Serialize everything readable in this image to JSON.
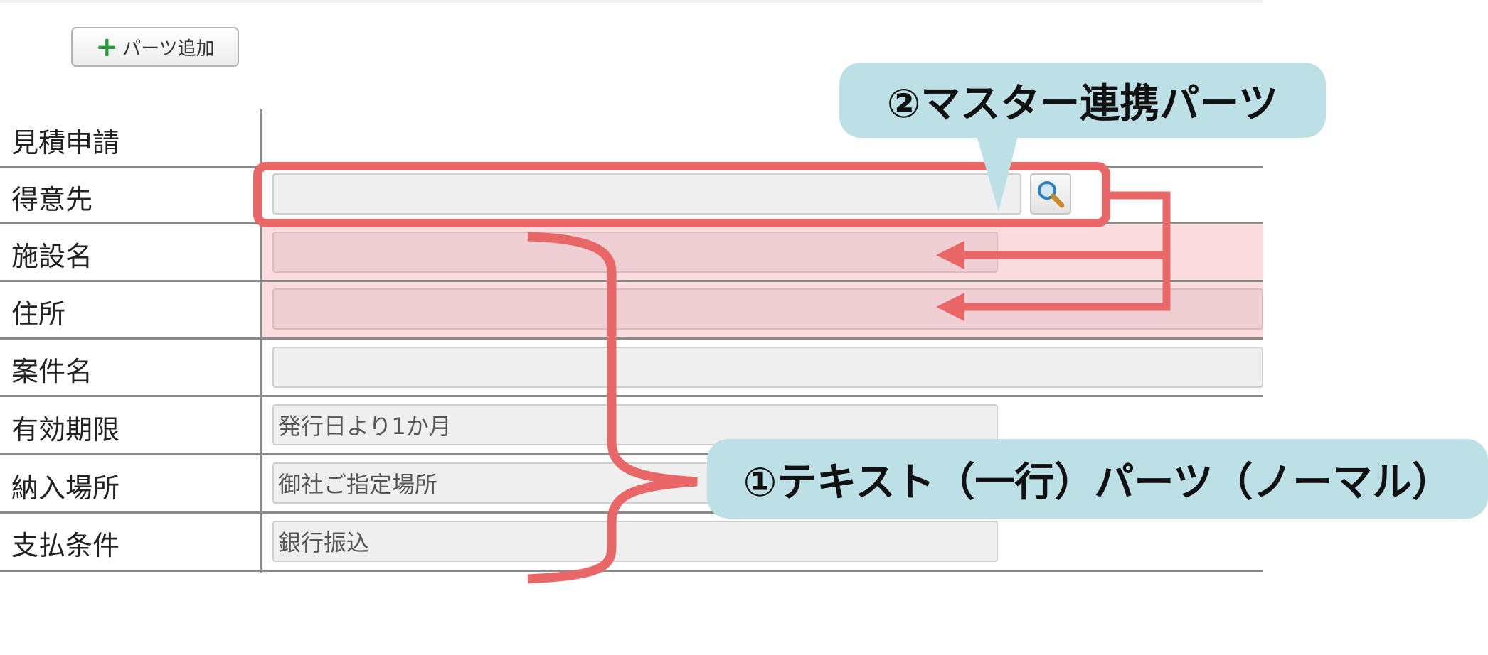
{
  "toolbar": {
    "add_parts_label": "パーツ追加",
    "plus_glyph": "+"
  },
  "form": {
    "header_label": "見積申請",
    "fields": [
      {
        "label": "得意先",
        "value": ""
      },
      {
        "label": "施設名",
        "value": ""
      },
      {
        "label": "住所",
        "value": ""
      },
      {
        "label": "案件名",
        "value": ""
      },
      {
        "label": "有効期限",
        "value": "発行日より1か月"
      },
      {
        "label": "納入場所",
        "value": "御社ご指定場所"
      },
      {
        "label": "支払条件",
        "value": "銀行振込"
      }
    ],
    "search_icon": "magnifier-icon"
  },
  "annotations": {
    "master_link": "②マスター連携パーツ",
    "text_normal": "①テキスト（一行）パーツ（ノーマル）"
  },
  "colors": {
    "highlight": "#e96767",
    "callout": "#bde0e6",
    "linked_field": "#efcfd3",
    "plus": "#2d9a3e"
  }
}
